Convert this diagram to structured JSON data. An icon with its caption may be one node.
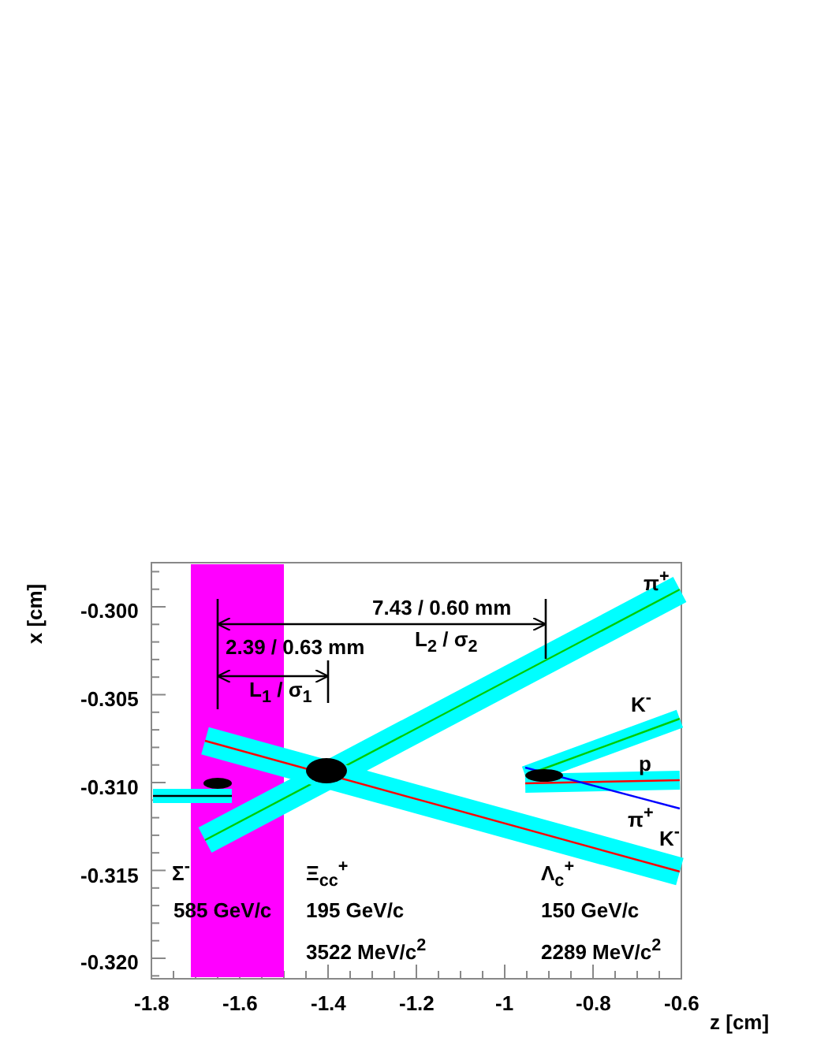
{
  "diagram": {
    "labels": [
      "-0.300",
      "-0.305",
      "-0.310",
      "-0.315",
      "-0.320",
      "x [cm]",
      "7.43 / 0.60 mm",
      "π$^{+}$",
      "2.39 / 0.63 mm",
      "L$_{2}$ / σ$_{2}$",
      "L$_{1}$ / σ$_{1}$",
      "K$^{-}$",
      "p",
      "π$^{+}$",
      "K$^{-}$",
      "Σ$^{-}$",
      "Ξ$_{cc}$$^{+}$",
      "Λ$_{c}$$^{+}$",
      "585 GeV/c",
      "195 GeV/c",
      "150 GeV/c",
      "3522 MeV/c$^{2}$",
      "2289 MeV/c$^{2}$",
      "-1.8",
      "-1.6",
      "-1.4",
      "-1.2",
      "-1",
      "-0.8",
      "-0.6",
      "z [cm]"
    ]
  }
}
